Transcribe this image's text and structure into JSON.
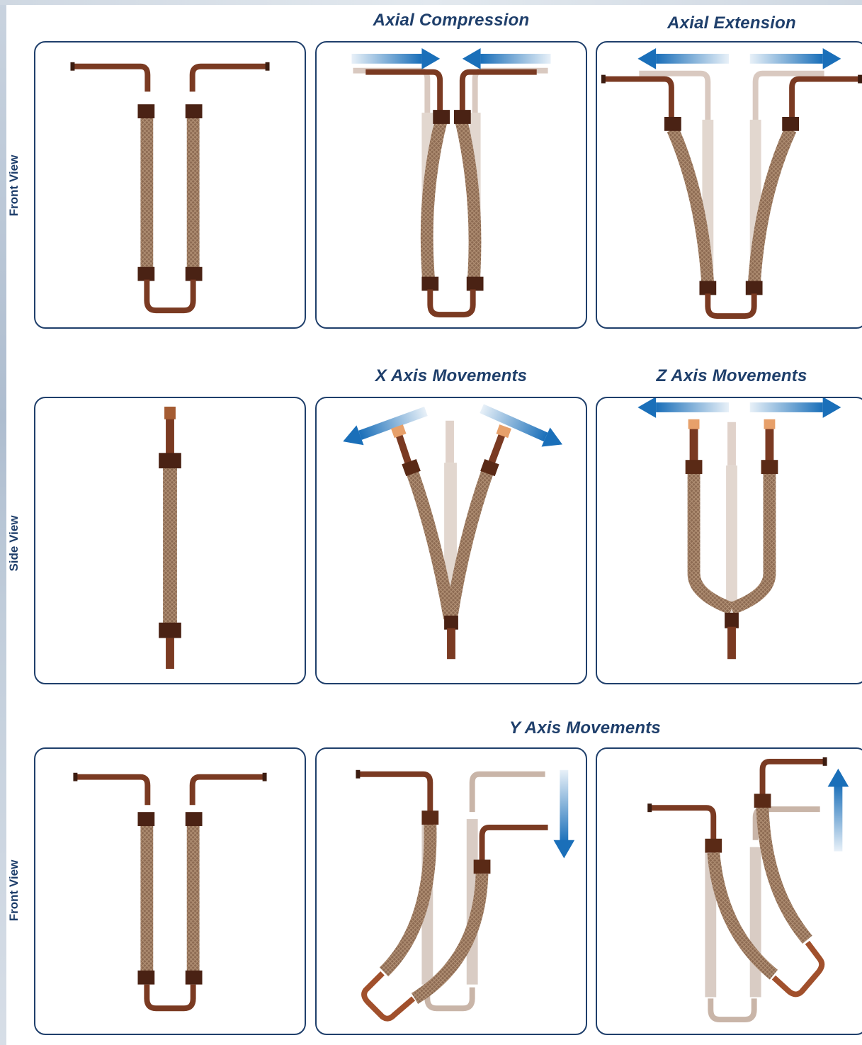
{
  "row_labels": {
    "row1": "Front View",
    "row2": "Side View",
    "row3": "Front View"
  },
  "headers": {
    "axial_compression": "Axial Compression",
    "axial_extension": "Axial Extension",
    "x_axis": "X Axis Movements",
    "z_axis": "Z Axis Movements",
    "y_axis": "Y Axis Movements"
  },
  "colors": {
    "frame": "#1f3f6b",
    "label_text": "#1f3f6b",
    "arrow": "#1a6fb9",
    "copper": "#7a3a22",
    "braid": "#8c6a52",
    "ghost": "#d2c3bb"
  },
  "icons": [
    "arrow-left-icon",
    "arrow-right-icon",
    "arrow-up-icon",
    "arrow-down-icon"
  ]
}
